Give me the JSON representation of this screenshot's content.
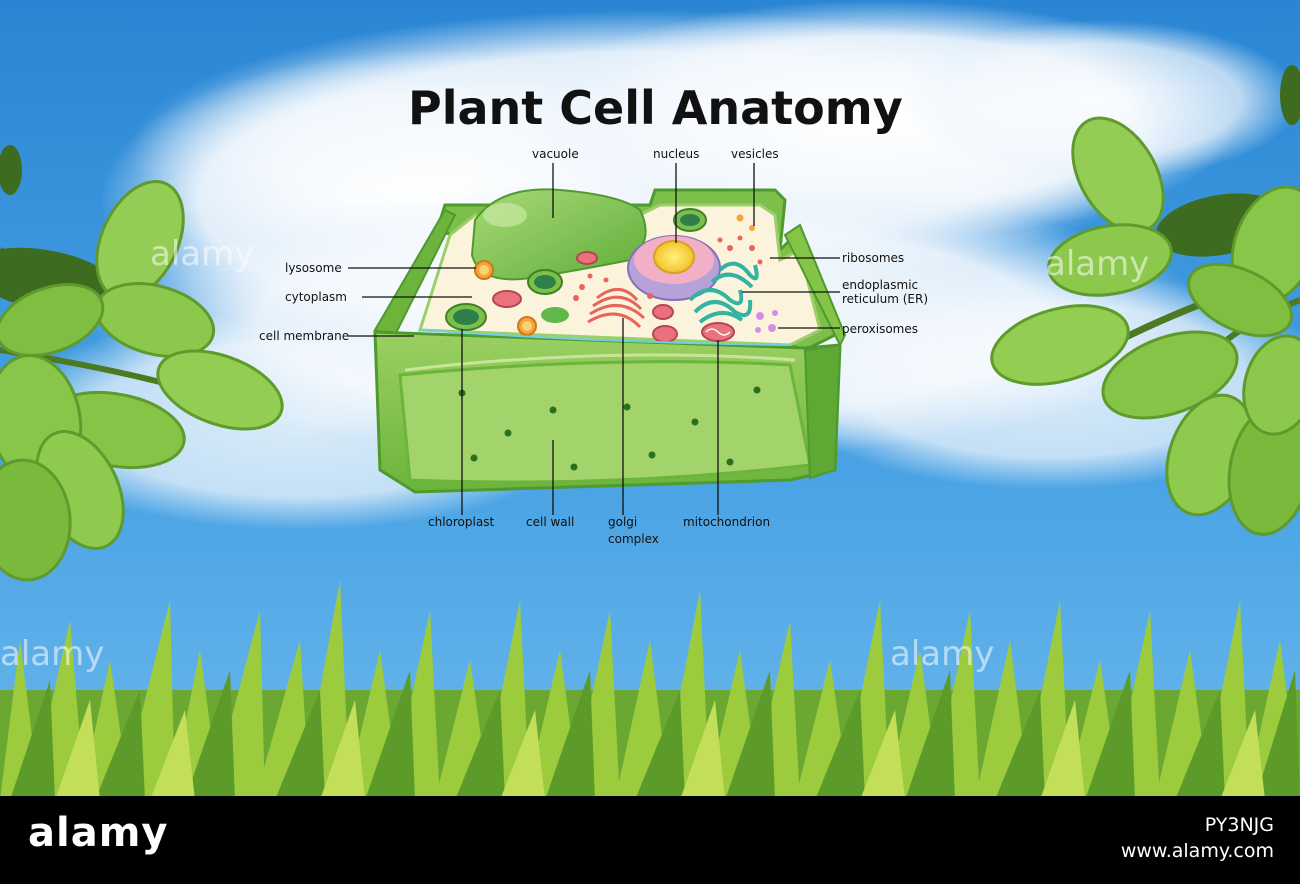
{
  "title": "Plant Cell Anatomy",
  "labels": {
    "vacuole": "vacuole",
    "nucleus": "nucleus",
    "vesicles": "vesicles",
    "ribosomes": "ribosomes",
    "er_line1": "endoplasmic",
    "er_line2": "reticulum (ER)",
    "peroxisomes": "peroxisomes",
    "lysosome": "lysosome",
    "cytoplasm": "cytoplasm",
    "cell_membrane": "cell membrane",
    "chloroplast": "chloroplast",
    "cell_wall": "cell wall",
    "golgi_line1": "golgi",
    "golgi_line2": "complex",
    "mitochondrion": "mitochondrion"
  },
  "watermark": {
    "text": "alamy"
  },
  "footer": {
    "logo": "alamy",
    "image_id": "PY3NJG",
    "url": "www.alamy.com"
  },
  "colors": {
    "sky": "#2f8fd8",
    "cell_wall": "#7cc04b",
    "cell_wall_dark": "#4f9a2e",
    "cytoplasm": "#fbf3dc",
    "nucleus": "#f0b6c9",
    "leaf": "#7ac143",
    "grass": "#8cc63f"
  }
}
